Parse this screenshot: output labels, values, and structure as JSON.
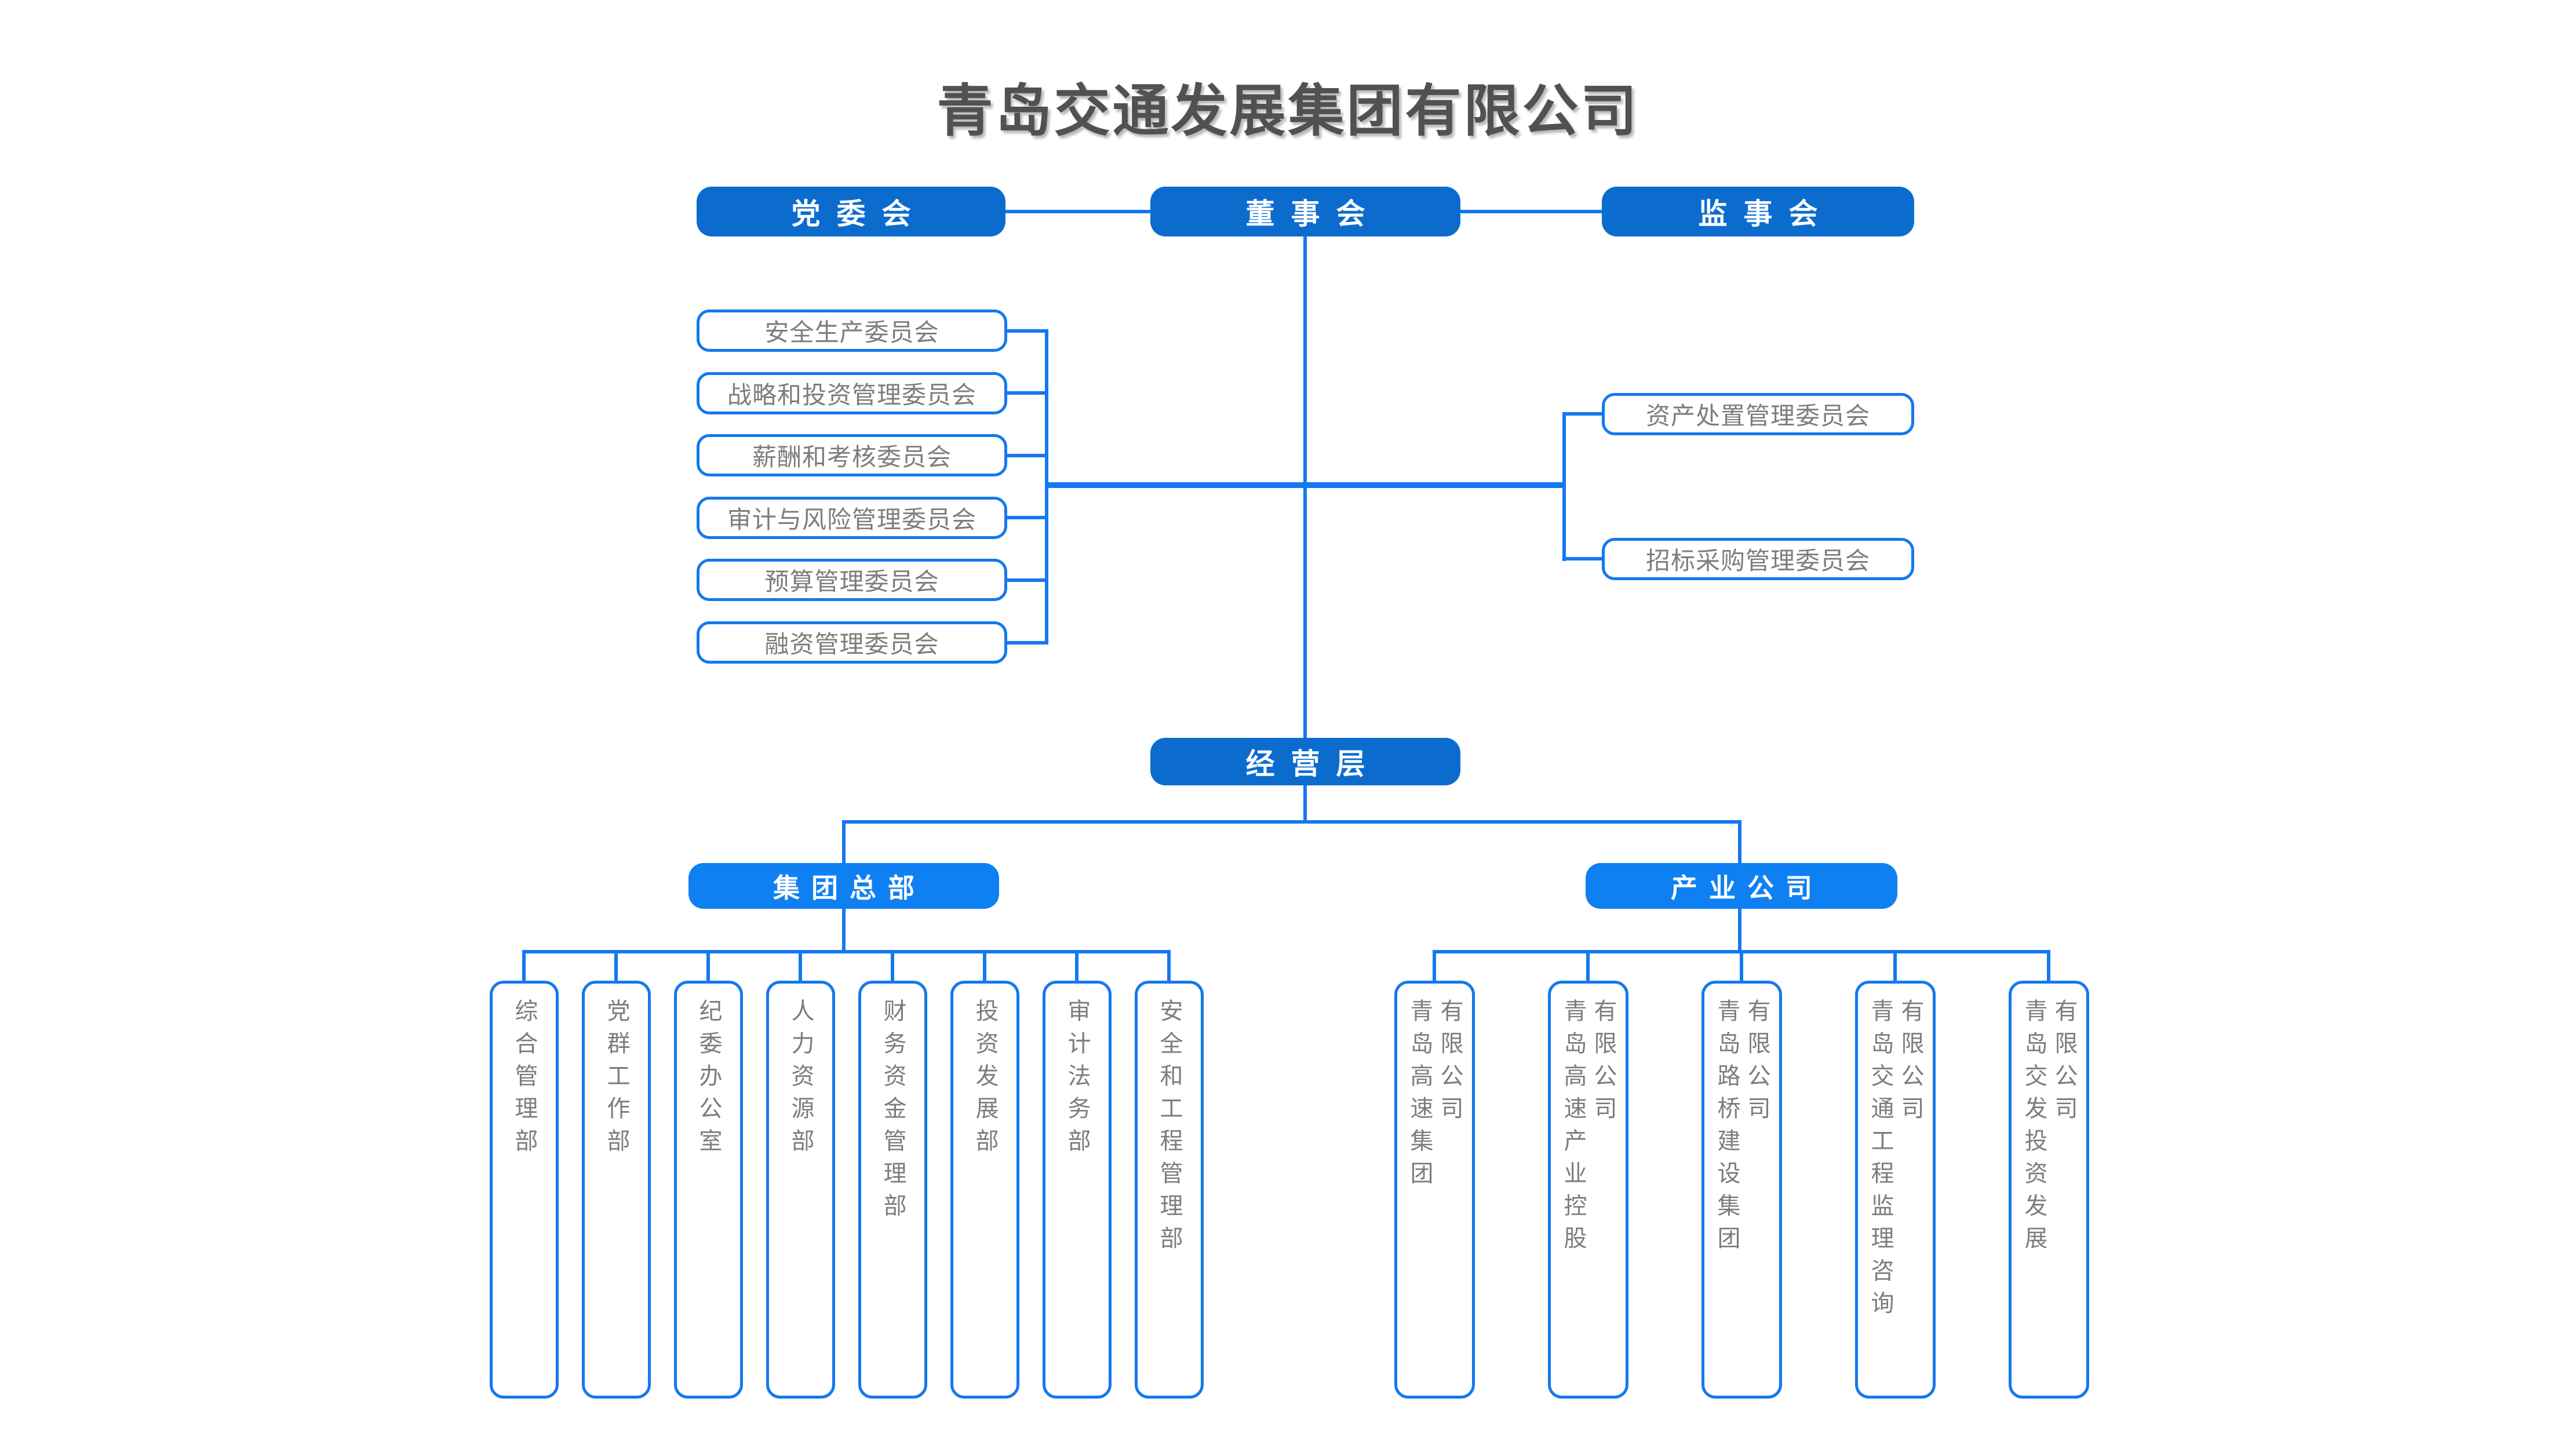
{
  "title": "青岛交通发展集团有限公司",
  "colors": {
    "primary_dark": "#0b6cce",
    "primary_bright": "#0f80f2",
    "line": "#1478f0",
    "text_gray": "#7d7d7d",
    "title_gray": "#515151"
  },
  "governance": {
    "party_committee": "党委会",
    "board": "董事会",
    "supervisory_board": "监事会"
  },
  "board_committees_left": [
    "安全生产委员会",
    "战略和投资管理委员会",
    "薪酬和考核委员会",
    "审计与风险管理委员会",
    "预算管理委员会",
    "融资管理委员会"
  ],
  "board_committees_right": [
    "资产处置管理委员会",
    "招标采购管理委员会"
  ],
  "management": {
    "label": "经营层"
  },
  "branches": {
    "headquarters": "集团总部",
    "industry": "产业公司"
  },
  "departments": [
    "综合管理部",
    "党群工作部",
    "纪委办公室",
    "人力资源部",
    "财务资金管理部",
    "投资发展部",
    "审计法务部",
    "安全和工程管理部"
  ],
  "companies": [
    {
      "name": "青岛高速集团",
      "suffix": "有限公司"
    },
    {
      "name": "青岛高速产业控股",
      "suffix": "有限公司"
    },
    {
      "name": "青岛路桥建设集团",
      "suffix": "有限公司"
    },
    {
      "name": "青岛交通工程监理咨询",
      "suffix": "有限公司"
    },
    {
      "name": "青岛交发投资发展",
      "suffix": "有限公司"
    }
  ]
}
